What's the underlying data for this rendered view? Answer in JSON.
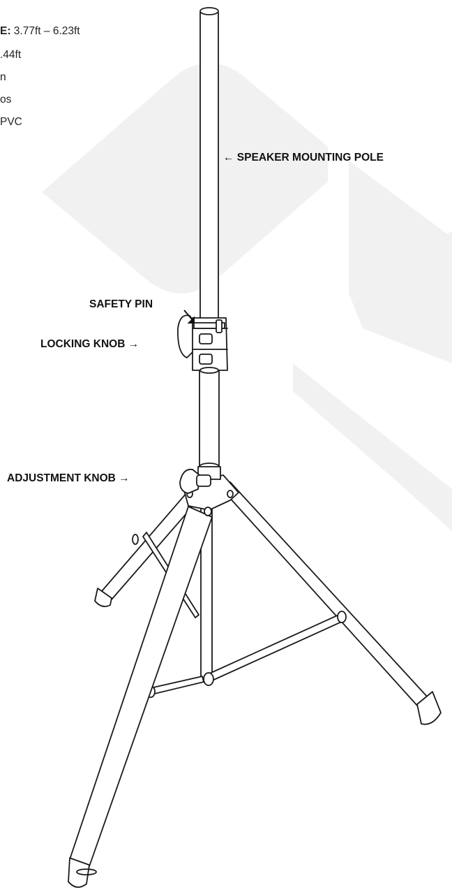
{
  "specs": {
    "height_key": "E:",
    "height_value": " 3.77ft – 6.23ft",
    "line2": ".44ft",
    "line3": "n",
    "line4": "os",
    "line5": "PVC"
  },
  "callouts": {
    "pole": "← SPEAKER MOUNTING POLE",
    "safety_pin": "SAFETY PIN",
    "locking_knob": "LOCKING KNOB →",
    "adjustment_knob": "ADJUSTMENT KNOB →"
  },
  "colors": {
    "line": "#1a1a1a",
    "watermark": "#eeeeee"
  }
}
